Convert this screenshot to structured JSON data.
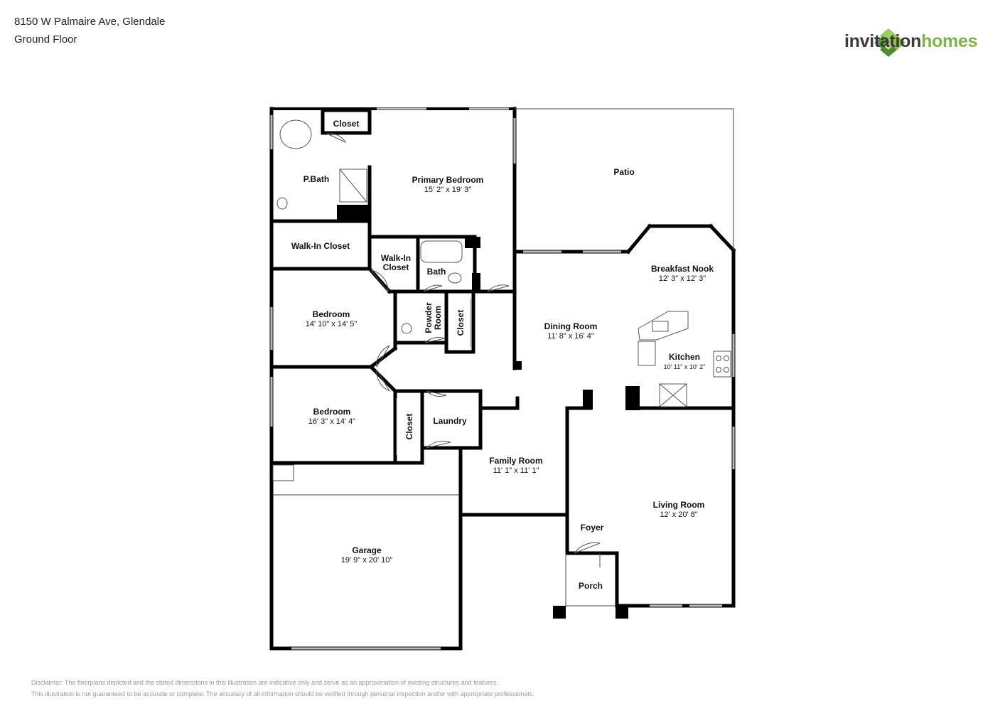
{
  "header": {
    "address": "8150 W Palmaire Ave, Glendale",
    "floor": "Ground Floor"
  },
  "brand": {
    "name_part1": "invitation",
    "name_part2": "homes",
    "primary_color": "#7ab648",
    "dark_color": "#3a3a3a"
  },
  "rooms": {
    "closet_top": {
      "name": "Closet"
    },
    "pbath": {
      "name": "P.Bath"
    },
    "primary_bedroom": {
      "name": "Primary Bedroom",
      "dims": "15' 2\" x 19' 3\""
    },
    "patio": {
      "name": "Patio"
    },
    "walkin_closet_1": {
      "name": "Walk-In Closet"
    },
    "walkin_closet_2": {
      "line1": "Walk-In",
      "line2": "Closet"
    },
    "bath": {
      "name": "Bath"
    },
    "breakfast_nook": {
      "name": "Breakfast Nook",
      "dims": "12' 3\" x 12' 3\""
    },
    "bedroom_1": {
      "name": "Bedroom",
      "dims": "14' 10\" x 14' 5\""
    },
    "powder_room": {
      "line1": "Powder",
      "line2": "Room"
    },
    "closet_hall": {
      "name": "Closet"
    },
    "dining_room": {
      "name": "Dining Room",
      "dims": "11' 8\" x 16' 4\""
    },
    "kitchen": {
      "name": "Kitchen",
      "dims": "10' 11\" x 10' 2\""
    },
    "bedroom_2": {
      "name": "Bedroom",
      "dims": "16' 3\" x 14' 4\""
    },
    "closet_bed2": {
      "name": "Closet"
    },
    "laundry": {
      "name": "Laundry"
    },
    "family_room": {
      "name": "Family Room",
      "dims": "11' 1\" x 11' 1\""
    },
    "living_room": {
      "name": "Living Room",
      "dims": "12' x 20' 8\""
    },
    "foyer": {
      "name": "Foyer"
    },
    "garage": {
      "name": "Garage",
      "dims": "19' 9\" x 20' 10\""
    },
    "porch": {
      "name": "Porch"
    }
  },
  "disclaimer": {
    "line1": "Disclaimer: The floorplans depicted and the stated dimensions in this illustration are indicative only and serve as an approximation of existing structures and features.",
    "line2": "This illustration is not guaranteed to be accurate or complete. The accuracy of all information should be verified through personal inspection and/or with appropriate professionals."
  }
}
